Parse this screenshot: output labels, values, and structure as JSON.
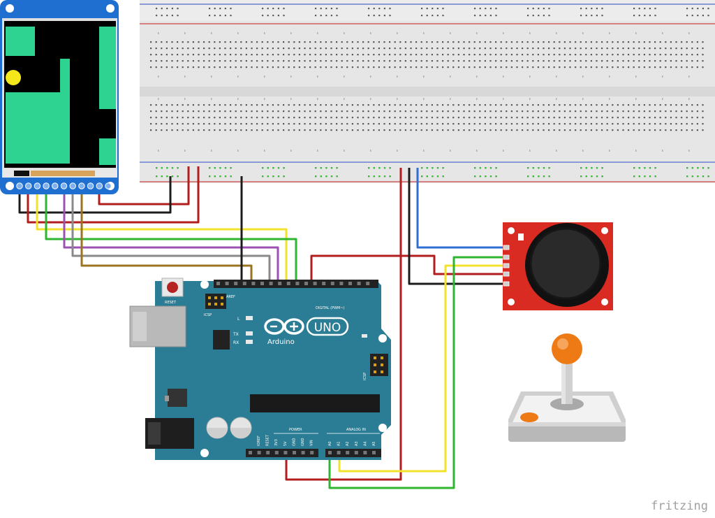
{
  "arduino": {
    "brand": "Arduino",
    "model": "UNO",
    "reset_label": "RESET",
    "icsp_label": "ICSP",
    "icsp2_label": "ICSP",
    "led_l": "L",
    "led_tx": "TX",
    "led_rx": "RX",
    "digital_label": "DIGITAL (PWM~)",
    "aref": "AREF",
    "power_label": "POWER",
    "analog_label": "ANALOG IN",
    "ioref": "IOREF",
    "reset_pin": "RESET",
    "v33": "3V3",
    "v5": "5V",
    "gnd1": "GND",
    "gnd2": "GND",
    "vin": "VIN",
    "a_pins": [
      "A0",
      "A1",
      "A2",
      "A3",
      "A4",
      "A5"
    ]
  },
  "watermark": "fritzing",
  "colors": {
    "arduino_board": "#2a7d94",
    "breadboard": "#e8e8e8",
    "breadboard_rail_red": "#d06060",
    "breadboard_rail_blue": "#6a7fd0",
    "joystick_board": "#d92b22",
    "lcd_board": "#1f6fd1",
    "lcd_green": "#2ed391",
    "lcd_ball": "#f4e81a",
    "wire_red": "#b21d1d",
    "wire_black": "#1c1c1c",
    "wire_yellow": "#f2e22c",
    "wire_green": "#2fb52f",
    "wire_blue": "#2f6fd3",
    "wire_purple": "#9b52b0",
    "wire_gray": "#8a8a8a",
    "wire_brown": "#9a7420",
    "joystick_knob": "#ee7a16"
  },
  "icons": [
    "usb-connector-icon",
    "dc-jack-icon",
    "reset-button-icon",
    "joystick-clipart-icon",
    "arduino-infinity-logo-icon"
  ]
}
